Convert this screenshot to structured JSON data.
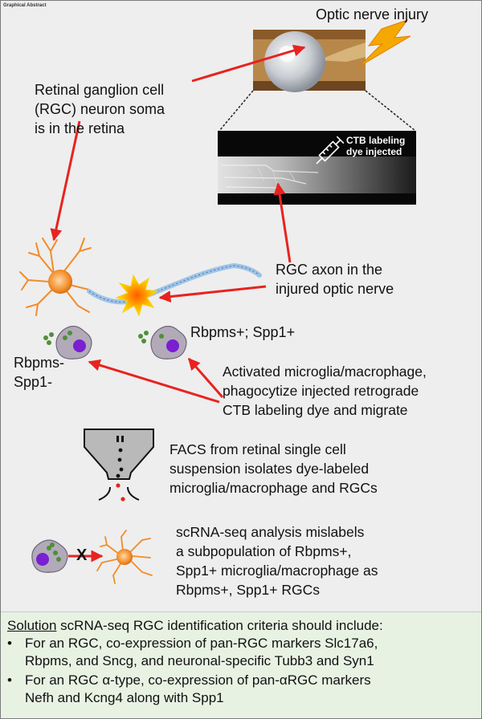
{
  "corner_label": "Graphical Abstract",
  "labels": {
    "optic_nerve_injury": "Optic nerve injury",
    "rgc_soma": [
      "Retinal ganglion cell",
      "(RGC) neuron soma",
      "is in the retina"
    ],
    "ctb_dye": [
      "CTB labeling",
      "dye injected"
    ],
    "rgc_axon": [
      "RGC axon in the",
      "injured optic nerve"
    ],
    "rbpms_pos": "Rbpms+; Spp1+",
    "rbpms_neg": [
      "Rbpms-",
      "Spp1-"
    ],
    "microglia": [
      "Activated microglia/macrophage,",
      "phagocytize injected retrograde",
      "CTB labeling dye and migrate"
    ],
    "facs": [
      "FACS from retinal single cell",
      "suspension isolates dye-labeled",
      "microglia/macrophage and RGCs"
    ],
    "scrna": [
      "scRNA-seq analysis mislabels",
      "a subpopulation of Rbpms+,",
      "Spp1+ microglia/macrophage as",
      "Rbpms+, Spp1+ RGCs"
    ],
    "x_mark": "X"
  },
  "solution": {
    "heading": "Solution",
    "heading_rest": " scRNA-seq RGC identification criteria should include:",
    "bullets": [
      [
        "For an RGC, co-expression of pan-RGC markers Slc17a6,",
        "Rbpms, and Sncg, and neuronal-specific Tubb3 and Syn1"
      ],
      [
        "For an RGC α-type, co-expression of pan-αRGC markers",
        "Nefh and Kcng4 along with Spp1"
      ]
    ]
  },
  "colors": {
    "arrow": "#e8231f",
    "neuron": "#f28c28",
    "axon": "#9fc3e6",
    "cell_body": "#b2aab9",
    "nucleus": "#7a1fd1",
    "granule": "#4f8f3a",
    "facs_chamber": "#b9b9b9",
    "solution_bg": "#e7f2e3"
  }
}
